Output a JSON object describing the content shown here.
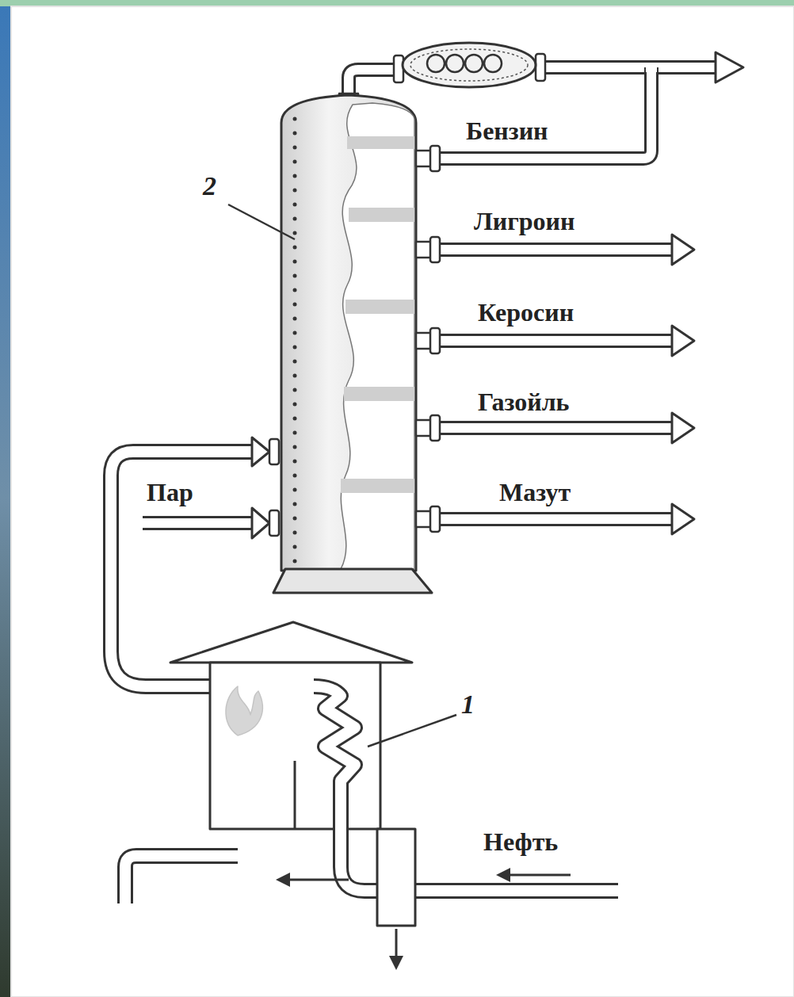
{
  "diagram": {
    "labels": [
      "2",
      "Бензин",
      "Лигроин",
      "Керосин",
      "Газойль",
      "Пар",
      "Мазут",
      "1",
      "Нефть"
    ]
  }
}
